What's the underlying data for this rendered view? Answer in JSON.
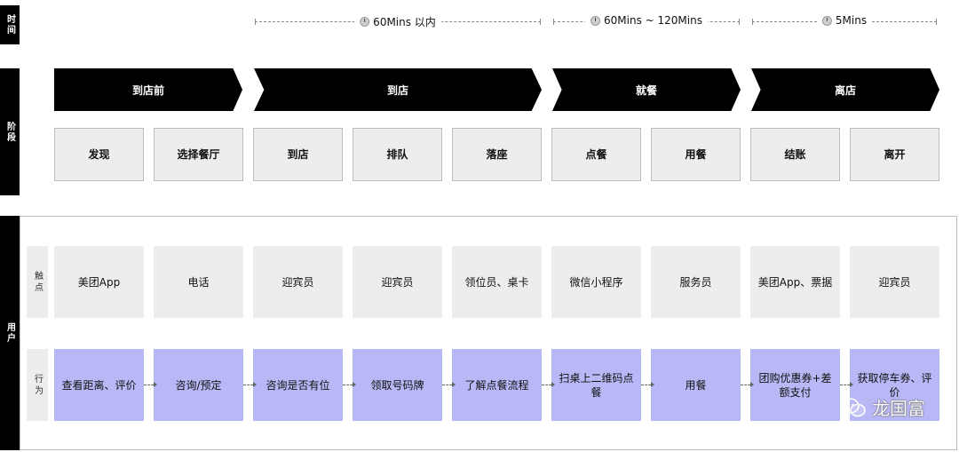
{
  "side_labels": {
    "time": "时间",
    "stage": "阶段",
    "user": "用户"
  },
  "time_segments": [
    "60Mins 以内",
    "60Mins ~ 120Mins",
    "5Mins"
  ],
  "stages": [
    "到店前",
    "到店",
    "就餐",
    "离店"
  ],
  "sub_steps": [
    "发现",
    "选择餐厅",
    "到店",
    "排队",
    "落座",
    "点餐",
    "用餐",
    "结账",
    "离开"
  ],
  "row_labels": {
    "touchpoint": "触点",
    "behavior": "行为"
  },
  "touchpoints": [
    "美团App",
    "电话",
    "迎宾员",
    "迎宾员",
    "领位员、桌卡",
    "微信小程序",
    "服务员",
    "美团App、票据",
    "迎宾员"
  ],
  "behaviors": [
    "查看距离、评价",
    "咨询/预定",
    "咨询是否有位",
    "领取号码牌",
    "了解点餐流程",
    "扫桌上二维码点餐",
    "用餐",
    "团购优惠券+差额支付",
    "获取停车券、评价"
  ],
  "watermark": "龙国富",
  "colors": {
    "stage_fill": "#000000",
    "behavior_fill": "#b8b8f6",
    "box_fill": "#ededed"
  }
}
